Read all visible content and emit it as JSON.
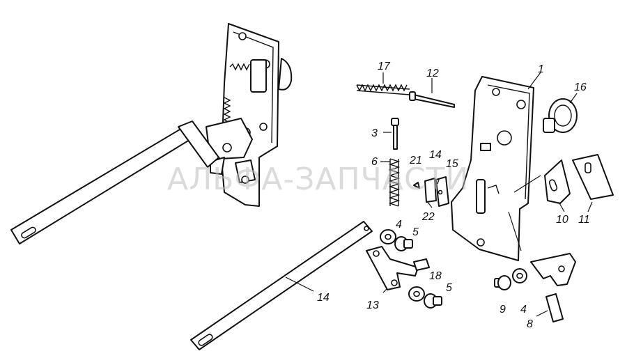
{
  "watermark": "АЛЬФА-ЗАПЧАСТИ",
  "callouts": {
    "n1": "1",
    "n3": "3",
    "n4a": "4",
    "n4b": "4",
    "n5a": "5",
    "n5b": "5",
    "n6": "6",
    "n8": "8",
    "n9": "9",
    "n10": "10",
    "n11": "11",
    "n12": "12",
    "n13": "13",
    "n14a": "14",
    "n14b": "14",
    "n15": "15",
    "n16": "16",
    "n17": "17",
    "n18": "18",
    "n21": "21",
    "n22": "22"
  }
}
